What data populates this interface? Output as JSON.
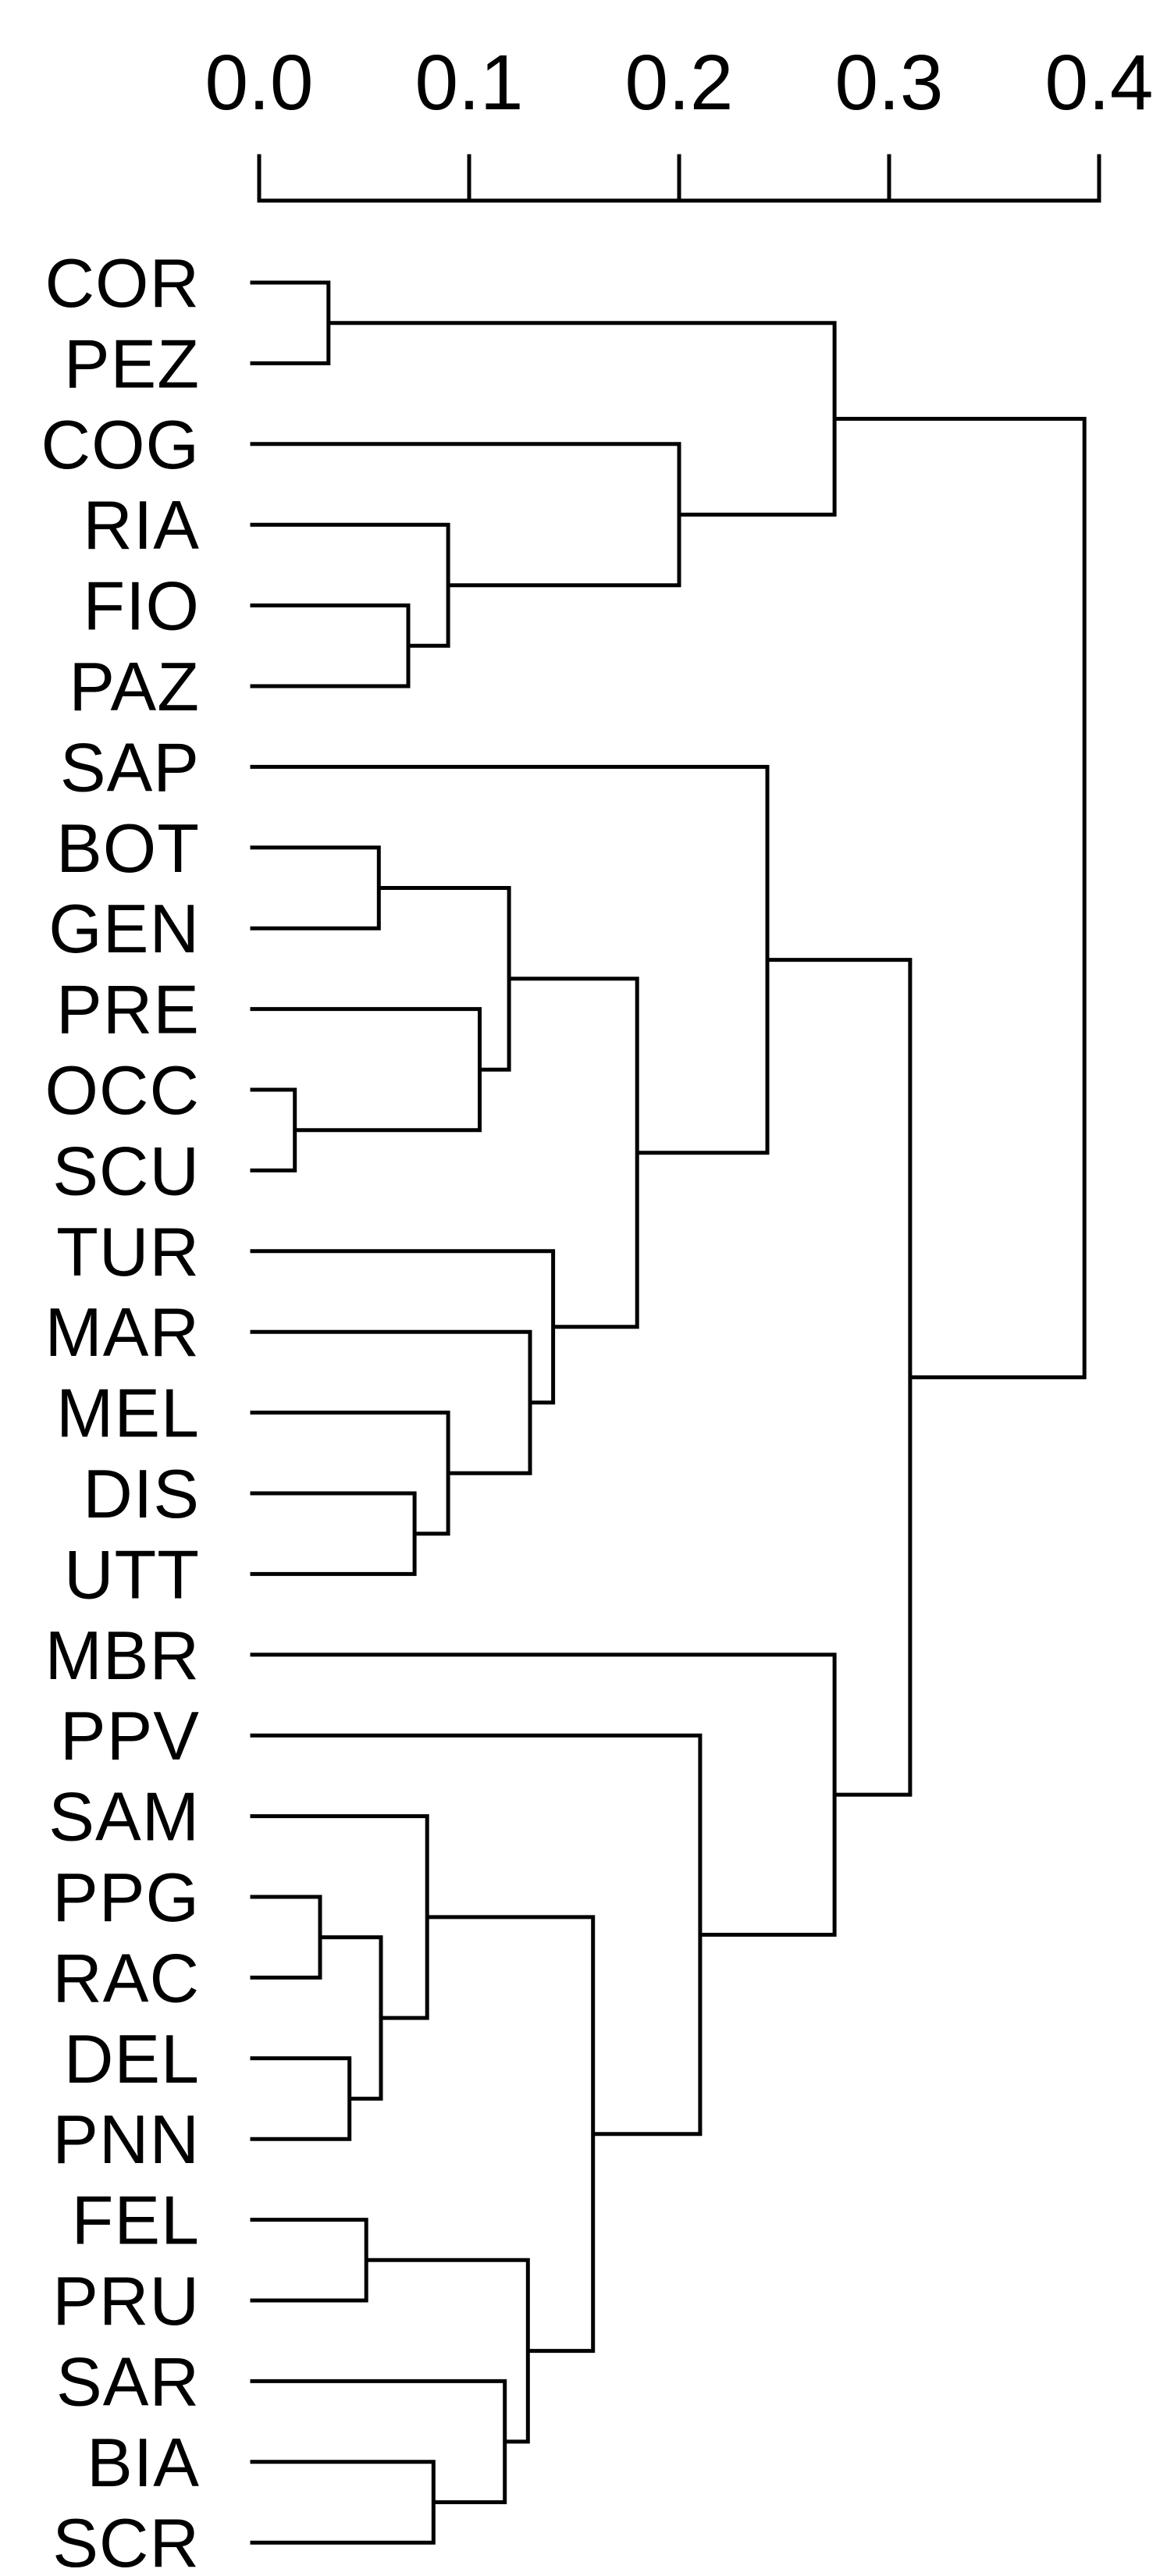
{
  "colors": {
    "background": "#ffffff",
    "line": "#000000",
    "text": "#000000"
  },
  "axis": {
    "position": "top",
    "ticks": [
      "0.0",
      "0.1",
      "0.2",
      "0.3",
      "0.4"
    ],
    "tick_values": [
      0.0,
      0.1,
      0.2,
      0.3,
      0.4
    ],
    "range": [
      0.0,
      0.4
    ]
  },
  "chart_data": {
    "type": "dendrogram",
    "orientation": "horizontal, leaves on the left, distance scale on top",
    "title": "",
    "xlabel": "",
    "ylabel": "",
    "grid": false,
    "legend": false,
    "axis_range": [
      0.0,
      0.4
    ],
    "leaf_count": 29,
    "leaf_order": [
      "COR",
      "PEZ",
      "COG",
      "RIA",
      "FIO",
      "PAZ",
      "SAP",
      "BOT",
      "GEN",
      "PRE",
      "OCC",
      "SCU",
      "TUR",
      "MAR",
      "MEL",
      "DIS",
      "UTT",
      "MBR",
      "PPV",
      "SAM",
      "PPG",
      "RAC",
      "DEL",
      "PNN",
      "FEL",
      "PRU",
      "SAR",
      "BIA",
      "SCR"
    ],
    "tree": {
      "h": 0.393,
      "c": [
        {
          "h": 0.274,
          "c": [
            {
              "h": 0.033,
              "c": [
                "COR",
                "PEZ"
              ]
            },
            {
              "h": 0.2,
              "c": [
                "COG",
                {
                  "h": 0.09,
                  "c": [
                    "RIA",
                    {
                      "h": 0.071,
                      "c": [
                        "FIO",
                        "PAZ"
                      ]
                    }
                  ]
                }
              ]
            }
          ]
        },
        {
          "h": 0.31,
          "c": [
            {
              "h": 0.242,
              "c": [
                "SAP",
                {
                  "h": 0.18,
                  "c": [
                    {
                      "h": 0.119,
                      "c": [
                        {
                          "h": 0.057,
                          "c": [
                            "BOT",
                            "GEN"
                          ]
                        },
                        {
                          "h": 0.105,
                          "c": [
                            "PRE",
                            {
                              "h": 0.017,
                              "c": [
                                "OCC",
                                "SCU"
                              ]
                            }
                          ]
                        }
                      ]
                    },
                    {
                      "h": 0.14,
                      "c": [
                        "TUR",
                        {
                          "h": 0.129,
                          "c": [
                            "MAR",
                            {
                              "h": 0.09,
                              "c": [
                                "MEL",
                                {
                                  "h": 0.074,
                                  "c": [
                                    "DIS",
                                    "UTT"
                                  ]
                                }
                              ]
                            }
                          ]
                        }
                      ]
                    }
                  ]
                }
              ]
            },
            {
              "h": 0.274,
              "c": [
                "MBR",
                {
                  "h": 0.21,
                  "c": [
                    "PPV",
                    {
                      "h": 0.159,
                      "c": [
                        {
                          "h": 0.08,
                          "c": [
                            "SAM",
                            {
                              "h": 0.058,
                              "c": [
                                {
                                  "h": 0.029,
                                  "c": [
                                    "PPG",
                                    "RAC"
                                  ]
                                },
                                {
                                  "h": 0.043,
                                  "c": [
                                    "DEL",
                                    "PNN"
                                  ]
                                }
                              ]
                            }
                          ]
                        },
                        {
                          "h": 0.128,
                          "c": [
                            {
                              "h": 0.051,
                              "c": [
                                "FEL",
                                "PRU"
                              ]
                            },
                            {
                              "h": 0.117,
                              "c": [
                                "SAR",
                                {
                                  "h": 0.083,
                                  "c": [
                                    "BIA",
                                    "SCR"
                                  ]
                                }
                              ]
                            }
                          ]
                        }
                      ]
                    }
                  ]
                }
              ]
            }
          ]
        }
      ]
    }
  }
}
